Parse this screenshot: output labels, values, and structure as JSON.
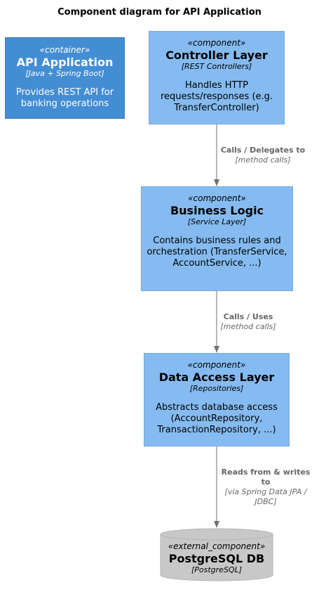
{
  "diagram": {
    "title": "Component diagram for API Application"
  },
  "container": {
    "stereotype": "«container»",
    "name": "API Application",
    "technology": "[Java + Spring Boot]",
    "description": "Provides REST API for banking operations"
  },
  "components": [
    {
      "stereotype": "«component»",
      "name": "Controller Layer",
      "technology": "[REST Controllers]",
      "description": "Handles HTTP requests/responses (e.g. TransferController)"
    },
    {
      "stereotype": "«component»",
      "name": "Business Logic",
      "technology": "[Service Layer]",
      "description": "Contains business rules and orchestration (TransferService, AccountService, ...)"
    },
    {
      "stereotype": "«component»",
      "name": "Data Access Layer",
      "technology": "[Repositories]",
      "description": "Abstracts database access (AccountRepository, TransactionRepository, ...)"
    }
  ],
  "database": {
    "stereotype": "«external_component»",
    "name": "PostgreSQL DB",
    "technology": "[PostgreSQL]"
  },
  "relations": [
    {
      "label": "Calls / Delegates to",
      "technology": "[method calls]"
    },
    {
      "label": "Calls / Uses",
      "technology": "[method calls]"
    },
    {
      "label": "Reads from & writes to",
      "technology": "[via Spring Data JPA / JDBC]"
    }
  ],
  "colors": {
    "container": "#438dd5",
    "component": "#85bbf0",
    "external_component": "#c8c8c8",
    "arrow": "#707070"
  }
}
